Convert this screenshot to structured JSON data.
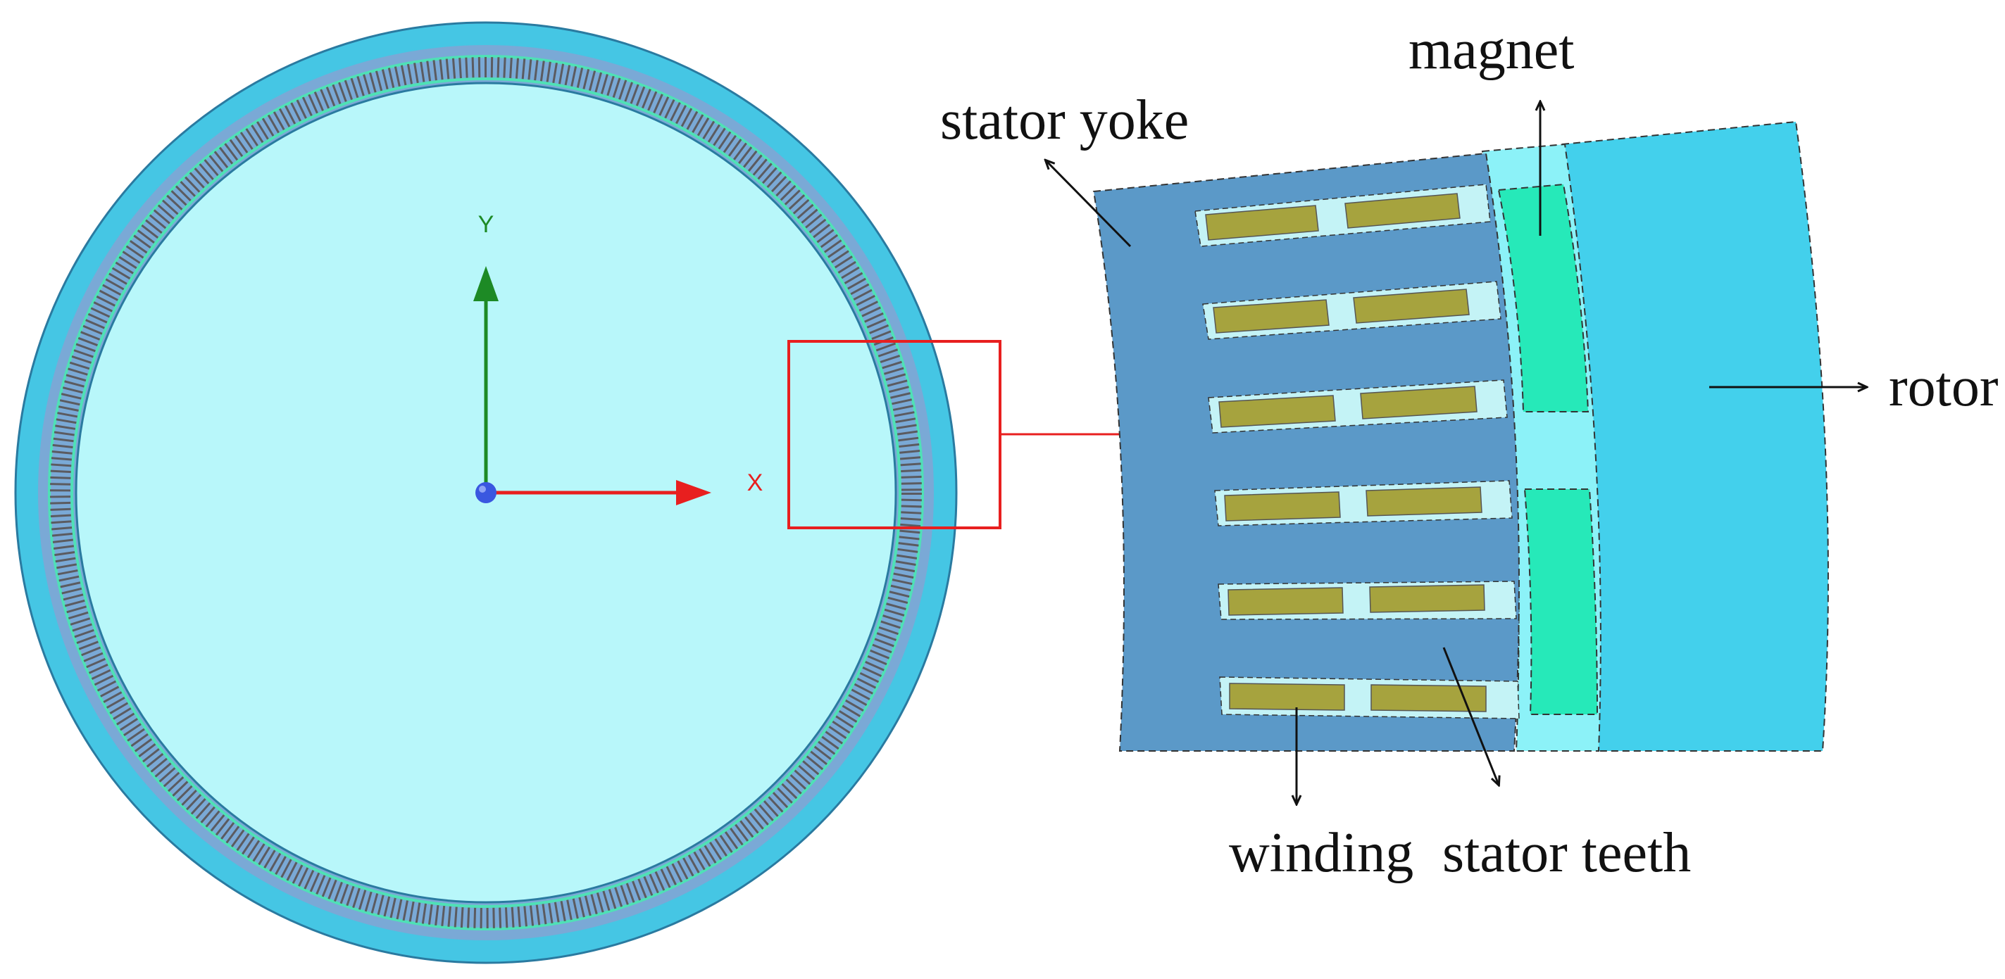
{
  "labels": {
    "stator_yoke": "stator yoke",
    "magnet": "magnet",
    "rotor": "rotor",
    "winding": "winding",
    "stator_teeth": "stator teeth"
  },
  "axes": {
    "x_label": "X",
    "y_label": "Y"
  },
  "colors": {
    "outer_ring": "#45c6e4",
    "stator_band": "#7aa9d6",
    "inner_disk": "#b8f7fa",
    "coil_dark": "#5b5b60",
    "coil_green": "#4fe1b6",
    "stator_body": "#5b99c8",
    "slot_fill": "#c4f3f6",
    "winding_fill": "#a6a33e",
    "magnet_fill": "#26e9b9",
    "gap_fill": "#8cf2f8",
    "rotor_fill": "#43d0ec",
    "x_axis": "#e81f1f",
    "y_axis": "#1d8a25",
    "origin": "#3a57e0",
    "zoom_box": "#e81f1f",
    "arrow": "#111111"
  },
  "icons": {
    "x_axis_arrow": "arrow-right-icon",
    "y_axis_arrow": "arrow-up-icon",
    "origin_marker": "origin-sphere-icon"
  }
}
